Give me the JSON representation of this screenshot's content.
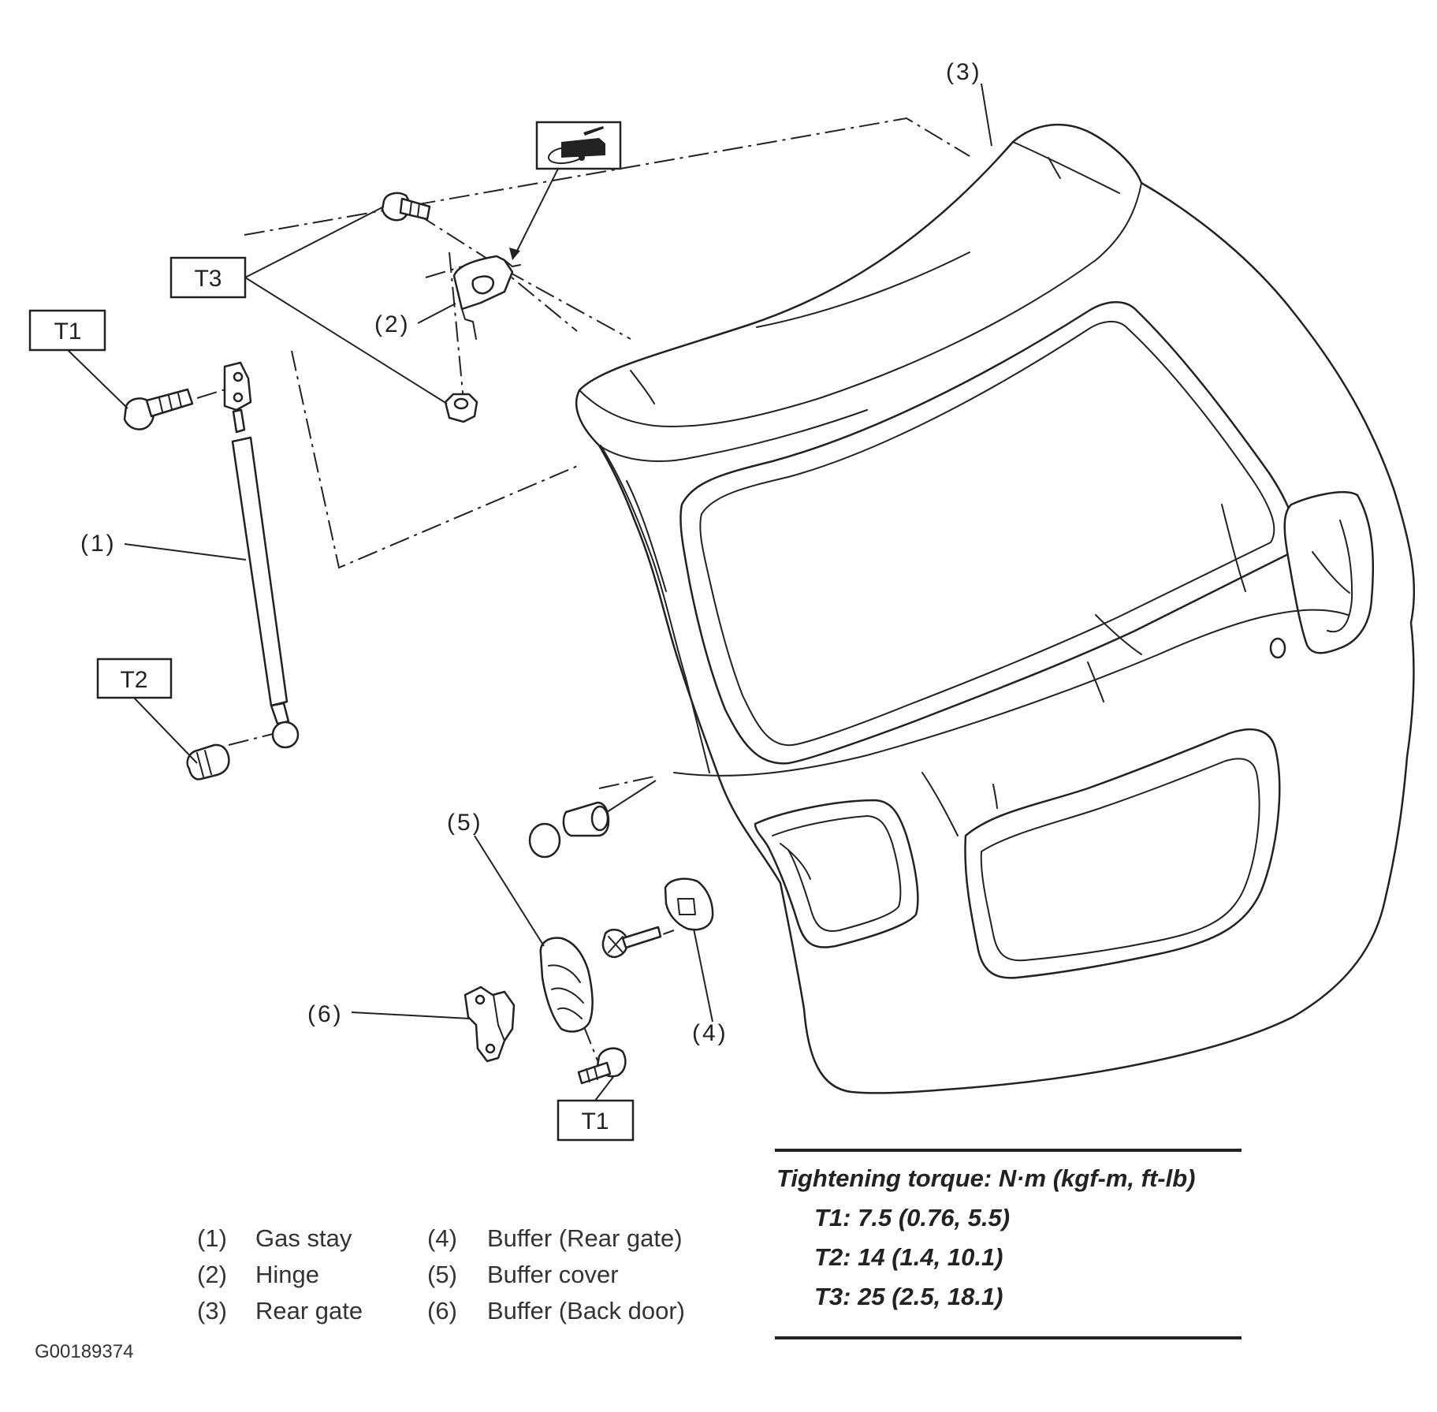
{
  "callouts": {
    "c1": "(1)",
    "c2": "(2)",
    "c3": "(3)",
    "c4": "(4)",
    "c5": "(5)",
    "c6": "(6)"
  },
  "torque_tags": {
    "t1_top": "T1",
    "t2": "T2",
    "t3": "T3",
    "t1_bottom": "T1"
  },
  "legend": {
    "items": [
      {
        "num": "(1)",
        "name": "Gas stay"
      },
      {
        "num": "(2)",
        "name": "Hinge"
      },
      {
        "num": "(3)",
        "name": "Rear gate"
      },
      {
        "num": "(4)",
        "name": "Buffer (Rear gate)"
      },
      {
        "num": "(5)",
        "name": "Buffer cover"
      },
      {
        "num": "(6)",
        "name": "Buffer (Back door)"
      }
    ]
  },
  "torque_table": {
    "heading": "Tightening torque: N·m (kgf-m, ft-lb)",
    "rows": [
      "T1: 7.5 (0.76, 5.5)",
      "T2: 14 (1.4, 10.1)",
      "T3: 25 (2.5, 18.1)"
    ]
  },
  "figure_code": "G00189374",
  "icons": [
    "sealant-applicator-icon"
  ]
}
